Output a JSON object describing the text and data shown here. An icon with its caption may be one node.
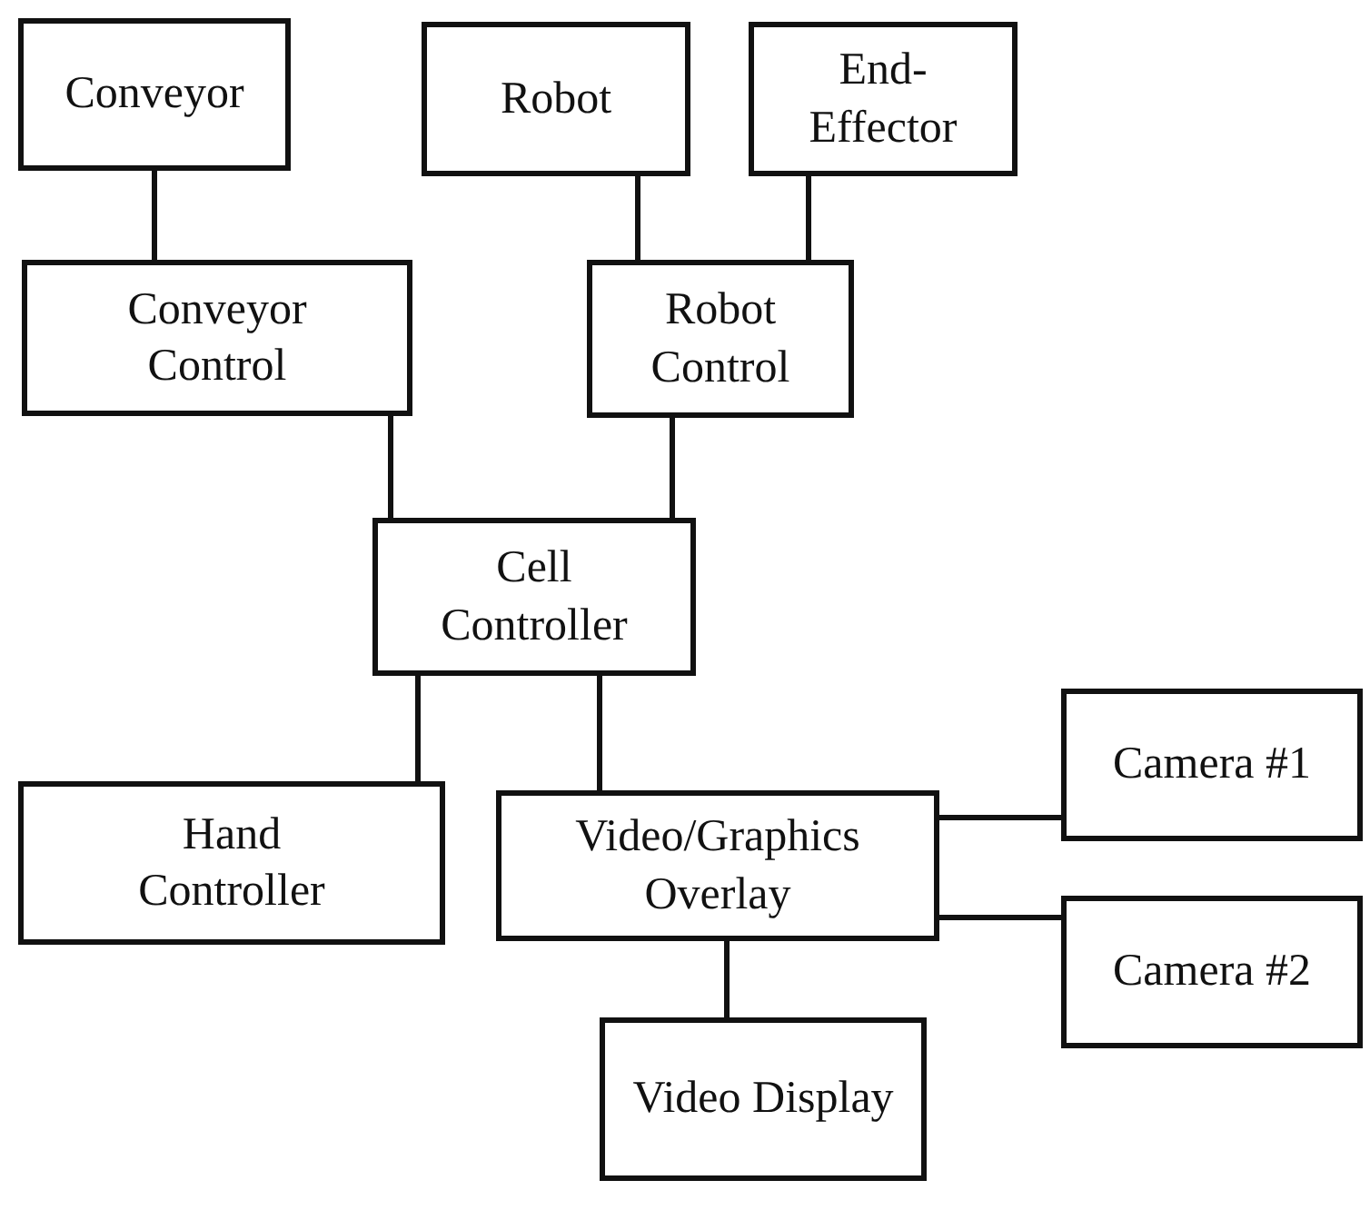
{
  "diagram": {
    "nodes": [
      {
        "text": [
          "Conveyor"
        ]
      },
      {
        "text": [
          "Robot"
        ]
      },
      {
        "text": [
          "End-Effector"
        ]
      },
      {
        "text": [
          "Conveyor Control"
        ]
      },
      {
        "text": [
          "Robot Control"
        ]
      },
      {
        "text": [
          "Cell Controller"
        ]
      },
      {
        "text": [
          "Hand Controller"
        ]
      },
      {
        "text": [
          "Video/Graphics Overlay"
        ]
      },
      {
        "text": [
          "Camera #1"
        ]
      },
      {
        "text": [
          "Camera #2"
        ]
      },
      {
        "text": [
          "Video Display"
        ]
      }
    ],
    "edges": [
      {
        "from": 0,
        "to": 3,
        "arrow": "none"
      },
      {
        "from": 1,
        "to": 4,
        "arrow": "none"
      },
      {
        "from": 2,
        "to": 4,
        "arrow": "none"
      },
      {
        "from": 3,
        "to": 5,
        "arrow": "none"
      },
      {
        "from": 4,
        "to": 5,
        "arrow": "none"
      },
      {
        "from": 5,
        "to": 6,
        "arrow": "none"
      },
      {
        "from": 5,
        "to": 7,
        "arrow": "none"
      },
      {
        "from": 7,
        "to": 8,
        "arrow": "none"
      },
      {
        "from": 7,
        "to": 9,
        "arrow": "none"
      },
      {
        "from": 7,
        "to": 10,
        "arrow": "none"
      }
    ]
  }
}
